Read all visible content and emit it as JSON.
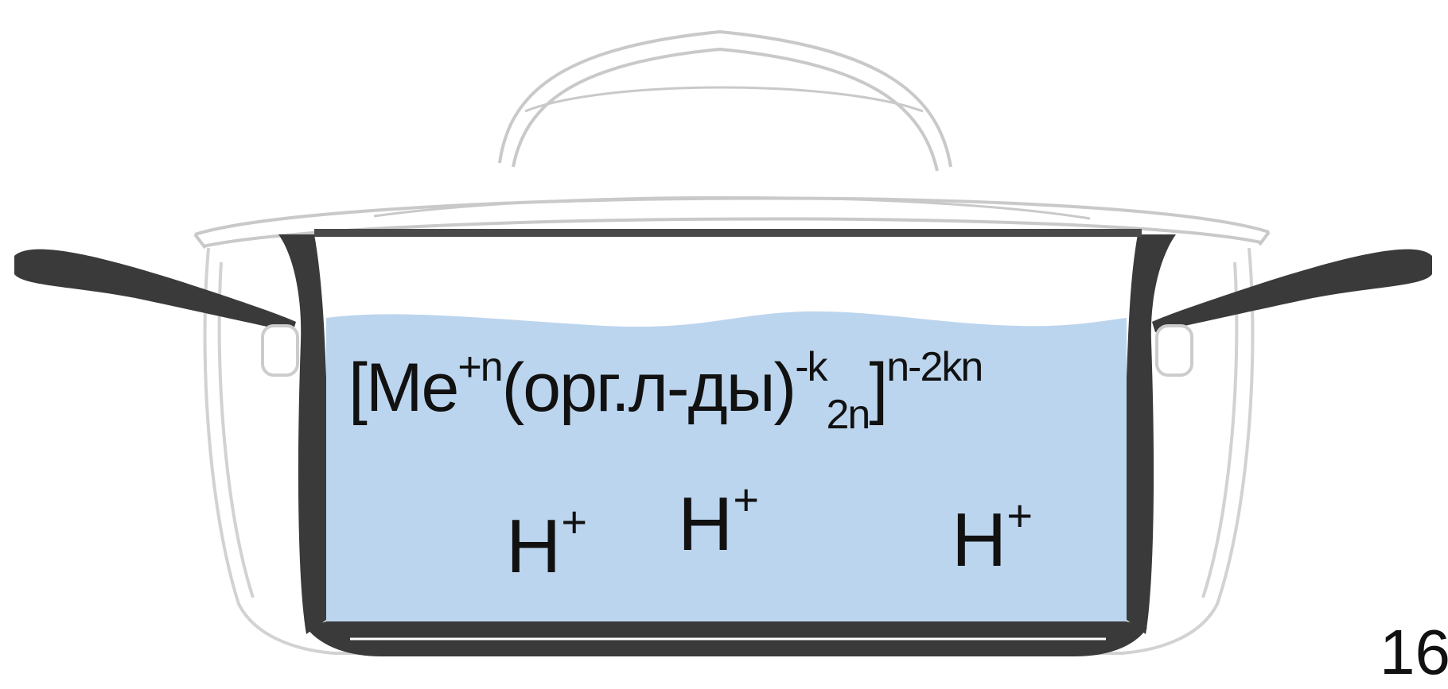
{
  "illustration": {
    "icon": "cooking-pot-icon",
    "liquid_color": "#bcd5ee",
    "pot_wall_color": "#3a3a3a",
    "outline_color": "#c9c9c9"
  },
  "formula": {
    "open_bracket": "[",
    "metal": "Me",
    "metal_charge": "+n",
    "ligand": "(орг.л-ды)",
    "ligand_charge": "-k",
    "ligand_count": "2n",
    "close_bracket": "]",
    "complex_charge": "n-2kn"
  },
  "ions": [
    {
      "symbol": "H",
      "charge": "+"
    },
    {
      "symbol": "H",
      "charge": "+"
    },
    {
      "symbol": "H",
      "charge": "+"
    }
  ],
  "slide_number": "16"
}
